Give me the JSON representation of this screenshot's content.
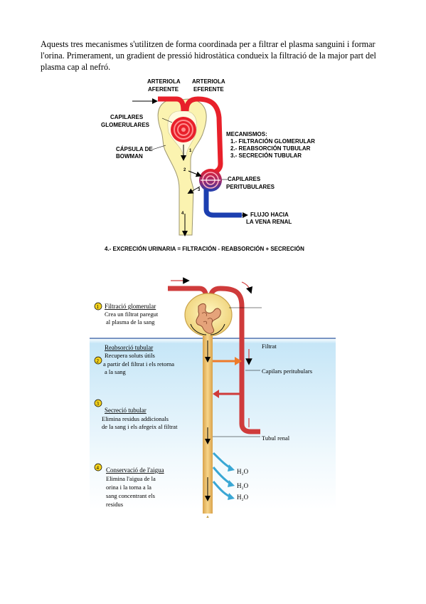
{
  "intro_text": "Aquests tres mecanismes s'utilitzen de forma coordinada per a filtrar el plasma sanguini i formar l'orina. Primerament, un gradient de pressió hidrostàtica condueix la filtració de la major part del plasma cap al nefró.",
  "diagram1": {
    "arteriola_aferente": [
      "ARTERIOLA",
      "AFERENTE"
    ],
    "arteriola_eferente": [
      "ARTERIOLA",
      "EFERENTE"
    ],
    "capilares_glomerulares": [
      "CAPILARES",
      "GLOMERULARES"
    ],
    "capsula_bowman": [
      "CÁPSULA DE",
      "BOWMAN"
    ],
    "mecanismos_title": "MECANISMOS:",
    "mecanismos_items": [
      "1.- FILTRACIÓN GLOMERULAR",
      "2.- REABSORCIÓN TUBULAR",
      "3.- SECRECIÓN TUBULAR"
    ],
    "capilares_peritubulares": [
      "CAPILARES",
      "PERITUBULARES"
    ],
    "flujo_vena": [
      "FLUJO HACIA",
      "LA VENA RENAL"
    ],
    "step_numbers": [
      "1",
      "2",
      "3",
      "4"
    ],
    "formula": "4.- EXCRECIÓN URINARIA = FILTRACIÓN - REABSORCIÓN + SECRECIÓN"
  },
  "diagram2": {
    "step1": {
      "num": "1",
      "title": "Filtració glomerular",
      "desc": [
        "Crea un filtrat paregut",
        "al  plasma de la sang"
      ]
    },
    "step2": {
      "num": "2",
      "title": "Reabsorció tubular",
      "desc": [
        "Recupera soluts útils",
        "a partir del filtrat i els retorna",
        "a la sang"
      ]
    },
    "step3": {
      "num": "3",
      "title": "Secreció tubular",
      "desc": [
        "Elimina residus addicionals",
        "de la sang i els afegeix al filtrat"
      ]
    },
    "step4": {
      "num": "4",
      "title": "Conservació de l'aigua",
      "desc": [
        "Elimina l'aigua de la",
        "orina i la torna a la",
        "sang concentrant els",
        "residus"
      ]
    },
    "label_filtrat": "Filtrat",
    "label_capilars": "Capilars peritubulars",
    "label_tubul": "Tubul renal",
    "water_labels": [
      "H₂O",
      "H₂O",
      "H₂O"
    ]
  },
  "colors": {
    "artery": "#e8202a",
    "vein": "#1c3fb0",
    "tubule": "#fbf3b0",
    "tubule_edge": "#9c9670",
    "tan_tube": "#f0c06a",
    "vessel_red": "#cf3b3b",
    "badge": "#f4d21e",
    "orange_arrow": "#ee7a2a",
    "cyan_arrow": "#3aa7d4",
    "blue_line": "#2a55a0"
  }
}
